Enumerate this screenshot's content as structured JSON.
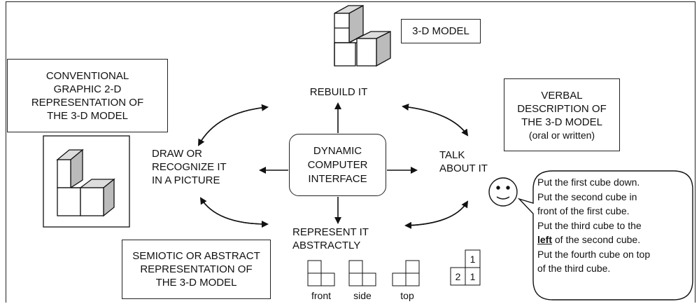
{
  "boxes": {
    "model_3d": "3-D MODEL",
    "conventional": [
      "CONVENTIONAL",
      "GRAPHIC 2-D",
      "REPRESENTATION OF",
      "THE 3-D MODEL"
    ],
    "verbal": [
      "VERBAL",
      "DESCRIPTION OF",
      "THE 3-D MODEL",
      "(oral or written)"
    ],
    "semiotic": [
      "SEMIOTIC OR ABSTRACT",
      "REPRESENTATION OF",
      "THE 3-D MODEL"
    ]
  },
  "center": [
    "DYNAMIC",
    "COMPUTER",
    "INTERFACE"
  ],
  "actions": {
    "rebuild": "REBUILD IT",
    "draw": [
      "DRAW OR",
      "RECOGNIZE IT",
      "IN A PICTURE"
    ],
    "talk": [
      "TALK",
      "ABOUT IT"
    ],
    "represent": [
      "REPRESENT IT",
      "ABSTRACTLY"
    ]
  },
  "views": {
    "front": "front",
    "side": "side",
    "top": "top"
  },
  "number_grid": {
    "top_right": "1",
    "bottom_left": "2",
    "bottom_right": "1"
  },
  "speech": [
    "Put the first cube down.",
    "Put the second cube in",
    "front of the first cube.",
    "Put the third cube to the",
    "left",
    " of the second cube.",
    "Put the fourth cube on top",
    "of the third cube."
  ]
}
